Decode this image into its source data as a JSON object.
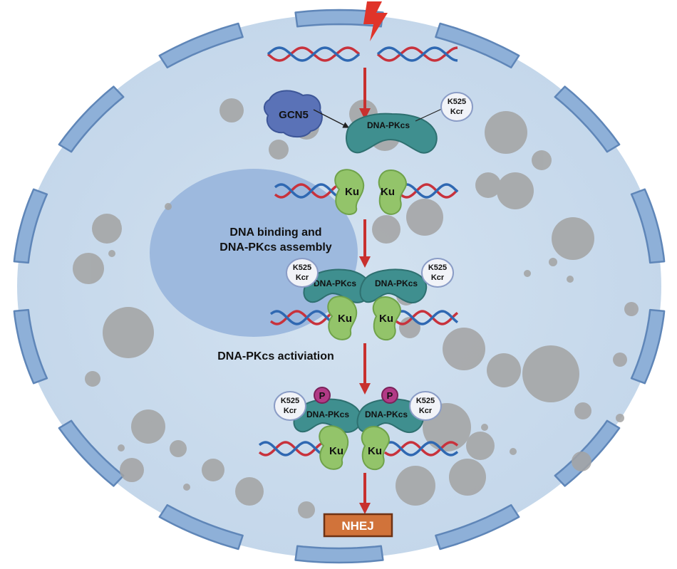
{
  "labels": {
    "gcn5": "GCN5",
    "dnapkcs": "DNA-PKcs",
    "ku": "Ku",
    "k525": "K525",
    "kcr": "Kcr",
    "phospho": "P",
    "step_binding_line1": "DNA binding and",
    "step_binding_line2": "DNA-PKcs assembly",
    "step_activation": "DNA-PKcs activiation",
    "nhej": "NHEJ"
  },
  "colors": {
    "cell_fill": "#c9daea",
    "membrane": "#8eb0d8",
    "membrane_stroke": "#5f86b8",
    "nucleus": "#9db9de",
    "granule": "#a3a3a3",
    "dna_red": "#c8323c",
    "dna_blue": "#2f68b2",
    "arrow": "#c8302e",
    "lightning": "#e0342a",
    "dnapkcs": "#3f8f8f",
    "ku": "#93c46a",
    "gcn5": "#5a72b7",
    "phospho": "#b23a86",
    "nhej_fill": "#d1733a",
    "k_bubble": "#f1f3f8"
  }
}
